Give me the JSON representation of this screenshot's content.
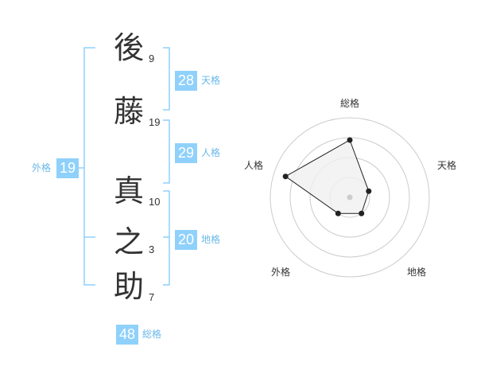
{
  "name": {
    "characters": [
      {
        "char": "後",
        "strokes": "9"
      },
      {
        "char": "藤",
        "strokes": "19"
      },
      {
        "char": "真",
        "strokes": "10"
      },
      {
        "char": "之",
        "strokes": "3"
      },
      {
        "char": "助",
        "strokes": "7"
      }
    ]
  },
  "fortunes": {
    "tenkaku": {
      "value": "28",
      "label": "天格"
    },
    "jinkaku": {
      "value": "29",
      "label": "人格"
    },
    "chikaku": {
      "value": "20",
      "label": "地格"
    },
    "gaikaku": {
      "value": "19",
      "label": "外格"
    },
    "soukaku": {
      "value": "48",
      "label": "総格"
    }
  },
  "chart_data": {
    "type": "radar",
    "axes": [
      "総格",
      "天格",
      "地格",
      "外格",
      "人格"
    ],
    "values": [
      0.72,
      0.25,
      0.25,
      0.25,
      0.85
    ],
    "range": [
      0,
      1
    ],
    "rings": 4
  },
  "colors": {
    "accent": "#8fd1fb",
    "accent_text": "#6ab8e9",
    "text": "#333333",
    "grid": "#cccccc",
    "fill": "#f0f0f0"
  }
}
